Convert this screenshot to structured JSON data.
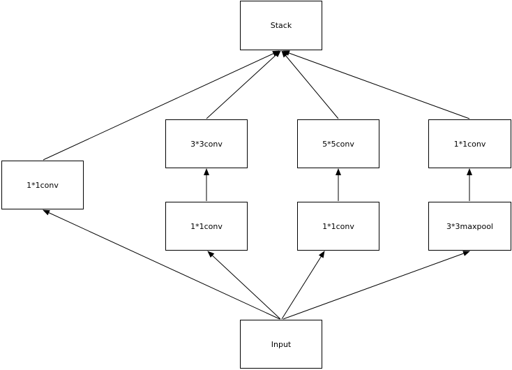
{
  "nodes": {
    "stack": "Stack",
    "conv3x3": "3*3conv",
    "conv5x5": "5*5conv",
    "conv1x1_right": "1*1conv",
    "conv1x1_left": "1*1conv",
    "reduce_3x3": "1*1conv",
    "reduce_5x5": "1*1conv",
    "maxpool": "3*3maxpool",
    "input": "Input"
  },
  "colors": {
    "stroke": "#000000",
    "fill": "#ffffff"
  }
}
